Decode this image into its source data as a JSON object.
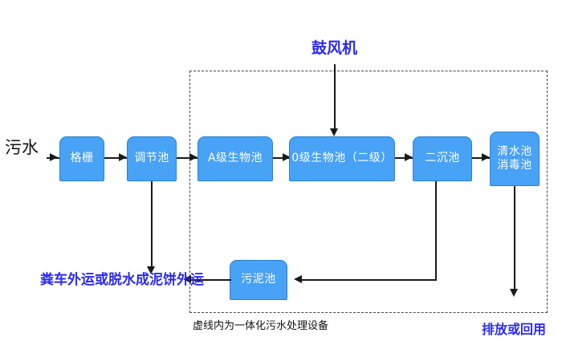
{
  "diagram": {
    "title_note": "",
    "colors": {
      "node_fill": "#48A2F5",
      "node_border": "#2E7FD4",
      "node_text": "#FFFFFF",
      "connector": "#1A1A1A",
      "dashed_border": "#444444",
      "blue_text": "#2A2AF0",
      "black_text": "#111111"
    },
    "nodes": [
      {
        "id": "gezha",
        "label": "格栅"
      },
      {
        "id": "tiaojie",
        "label": "调节池"
      },
      {
        "id": "a_bio",
        "label": "A级生物池"
      },
      {
        "id": "o_bio",
        "label": "0级生物池（二级）"
      },
      {
        "id": "erchen",
        "label": "二沉池"
      },
      {
        "id": "qingshui",
        "label": "清水池\n消毒池"
      },
      {
        "id": "wuni",
        "label": "污泥池"
      }
    ],
    "labels": {
      "influent": "污水",
      "blower": "鼓风机",
      "sludge_disposal": "粪车外运或脱水成泥饼外运",
      "enclosure_caption": "虚线内为一体化污水处理设备",
      "effluent": "排放或回用"
    }
  }
}
